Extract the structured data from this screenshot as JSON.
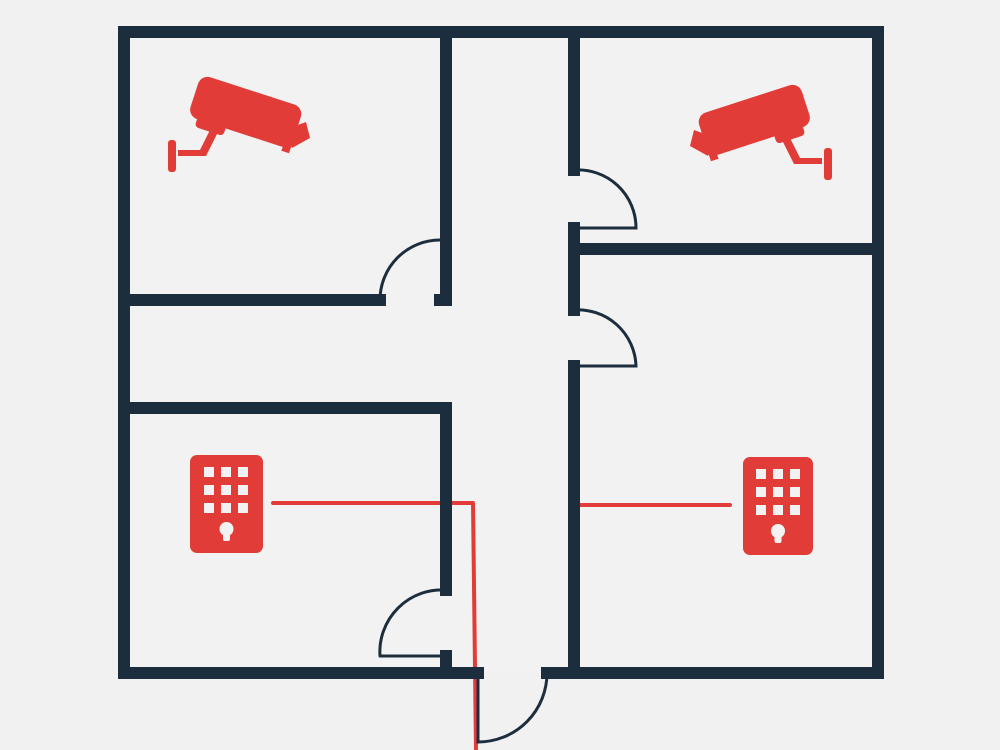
{
  "colors": {
    "background": "#f1f1f1",
    "wall": "#1c2e3e",
    "accent": "#e23c38",
    "door_arc": "#1c2e3e"
  },
  "plan": {
    "rooms": [
      {
        "name": "room-top-left",
        "device": "security-camera-icon"
      },
      {
        "name": "room-top-right",
        "device": "security-camera-icon"
      },
      {
        "name": "room-bottom-left",
        "device": "access-keypad-icon"
      },
      {
        "name": "room-bottom-right",
        "device": "access-keypad-icon"
      }
    ],
    "corridors": [
      "central-corridor",
      "left-hallway"
    ],
    "doors": [
      "door-top-left-room",
      "door-top-right-room",
      "door-right-room",
      "door-bottom-left-room",
      "door-main-entrance"
    ],
    "wiring": [
      "wire-left-keypad",
      "wire-right-keypad"
    ]
  }
}
